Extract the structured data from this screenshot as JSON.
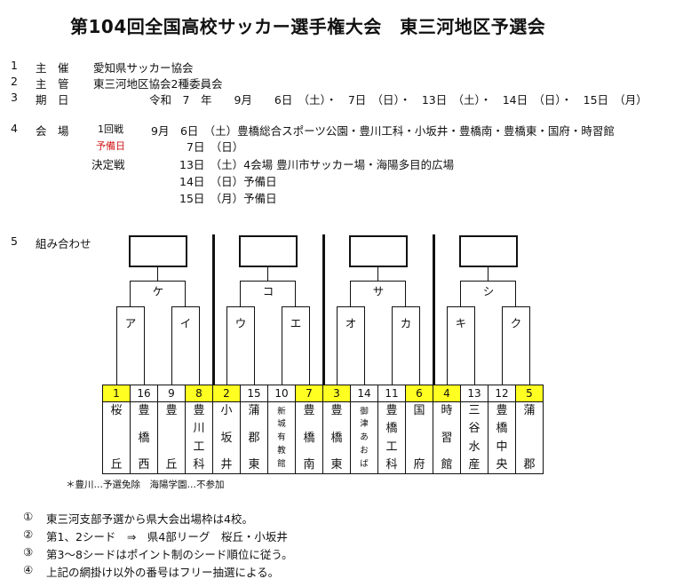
{
  "title": "第104回全国高校サッカー選手権大会　東三河地区予選会",
  "info": {
    "row1": {
      "num": "1",
      "label": "主　催",
      "value": "愛知県サッカー協会"
    },
    "row2": {
      "num": "2",
      "label": "主　管",
      "value": "東三河地区協会2種委員会"
    },
    "row3": {
      "num": "3",
      "label": "期　日",
      "value": "令和　7　年　　9月　　6日　（土）・　7日　（日）・　13日　（土）・　14日　（日）・　15日　（月）"
    },
    "row4": {
      "num": "4",
      "label": "会　場",
      "r1_round": "1回戦",
      "r1_date": "9月　6日　（土）豊橋総合スポーツ公園・豊川工科・小坂井・豊橋南・豊橋東・国府・時習館",
      "r2_tag": "予備日",
      "r2_date": "7日　（日）",
      "r3_round": "決定戦",
      "r3_date": "13日　（土）4会場 豊川市サッカー場・海陽多目的広場",
      "r4_date": "14日　（日）予備日",
      "r5_date": "15日　（月）予備日"
    },
    "row5": {
      "num": "5",
      "label": "組み合わせ"
    }
  },
  "bracket": {
    "final_labels": [
      "ケ",
      "コ",
      "サ",
      "シ"
    ],
    "match_labels": [
      "ア",
      "イ",
      "ウ",
      "エ",
      "オ",
      "カ",
      "キ",
      "ク"
    ],
    "teams": [
      {
        "num": "1",
        "seed": true,
        "name": [
          "桜",
          "丘"
        ]
      },
      {
        "num": "16",
        "seed": false,
        "name": [
          "豊",
          "橋",
          "西"
        ]
      },
      {
        "num": "9",
        "seed": false,
        "name": [
          "豊",
          "丘"
        ]
      },
      {
        "num": "8",
        "seed": true,
        "name": [
          "豊",
          "川",
          "工",
          "科"
        ]
      },
      {
        "num": "2",
        "seed": true,
        "name": [
          "小",
          "坂",
          "井"
        ]
      },
      {
        "num": "15",
        "seed": false,
        "name": [
          "蒲",
          "郡",
          "東"
        ]
      },
      {
        "num": "10",
        "seed": false,
        "name": [
          "新",
          "城",
          "有",
          "教",
          "館"
        ],
        "dense": true
      },
      {
        "num": "7",
        "seed": true,
        "name": [
          "豊",
          "橋",
          "南"
        ]
      },
      {
        "num": "3",
        "seed": true,
        "name": [
          "豊",
          "橋",
          "東"
        ]
      },
      {
        "num": "14",
        "seed": false,
        "name": [
          "御",
          "津",
          "あ",
          "お",
          "ば"
        ],
        "dense": true
      },
      {
        "num": "11",
        "seed": false,
        "name": [
          "豊",
          "橋",
          "工",
          "科"
        ]
      },
      {
        "num": "6",
        "seed": true,
        "name": [
          "国",
          "府"
        ]
      },
      {
        "num": "4",
        "seed": true,
        "name": [
          "時",
          "習",
          "館"
        ]
      },
      {
        "num": "13",
        "seed": false,
        "name": [
          "三",
          "谷",
          "水",
          "産"
        ]
      },
      {
        "num": "12",
        "seed": false,
        "name": [
          "豊",
          "橋",
          "中",
          "央"
        ]
      },
      {
        "num": "5",
        "seed": true,
        "name": [
          "蒲",
          "郡"
        ]
      }
    ],
    "footnote": "＊豊川…予選免除　海陽学園…不参加"
  },
  "notes": [
    {
      "mark": "①",
      "text": "東三河支部予選から県大会出場枠は4校。"
    },
    {
      "mark": "②",
      "text": "第1、2シード　⇒　県4部リーグ　桜丘・小坂井"
    },
    {
      "mark": "③",
      "text": "第3～8シードはポイント制のシード順位に従う。"
    },
    {
      "mark": "④",
      "text": "上記の網掛け以外の番号はフリー抽選による。"
    }
  ]
}
